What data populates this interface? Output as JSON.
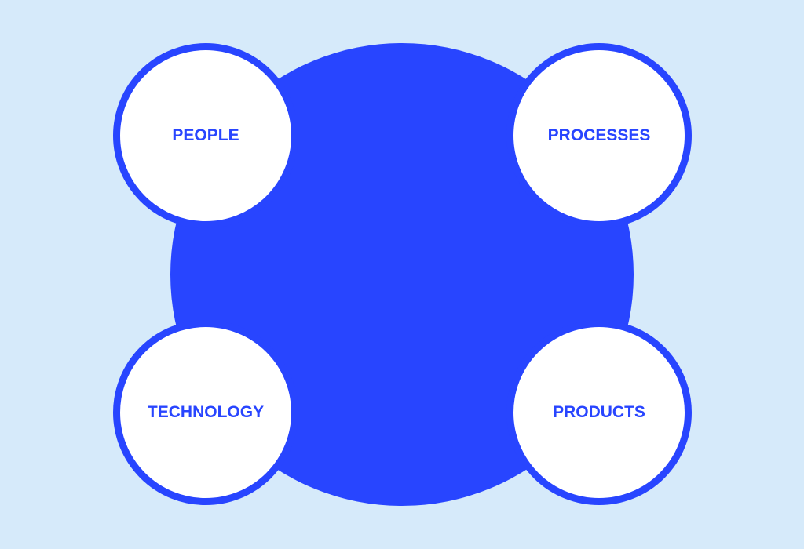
{
  "colors": {
    "background": "#d6eafa",
    "accent": "#2845ff",
    "node_fill": "#ffffff"
  },
  "diagram": {
    "nodes": [
      {
        "id": "people",
        "label": "PEOPLE"
      },
      {
        "id": "processes",
        "label": "PROCESSES"
      },
      {
        "id": "technology",
        "label": "TECHNOLOGY"
      },
      {
        "id": "products",
        "label": "PRODUCTS"
      }
    ]
  }
}
